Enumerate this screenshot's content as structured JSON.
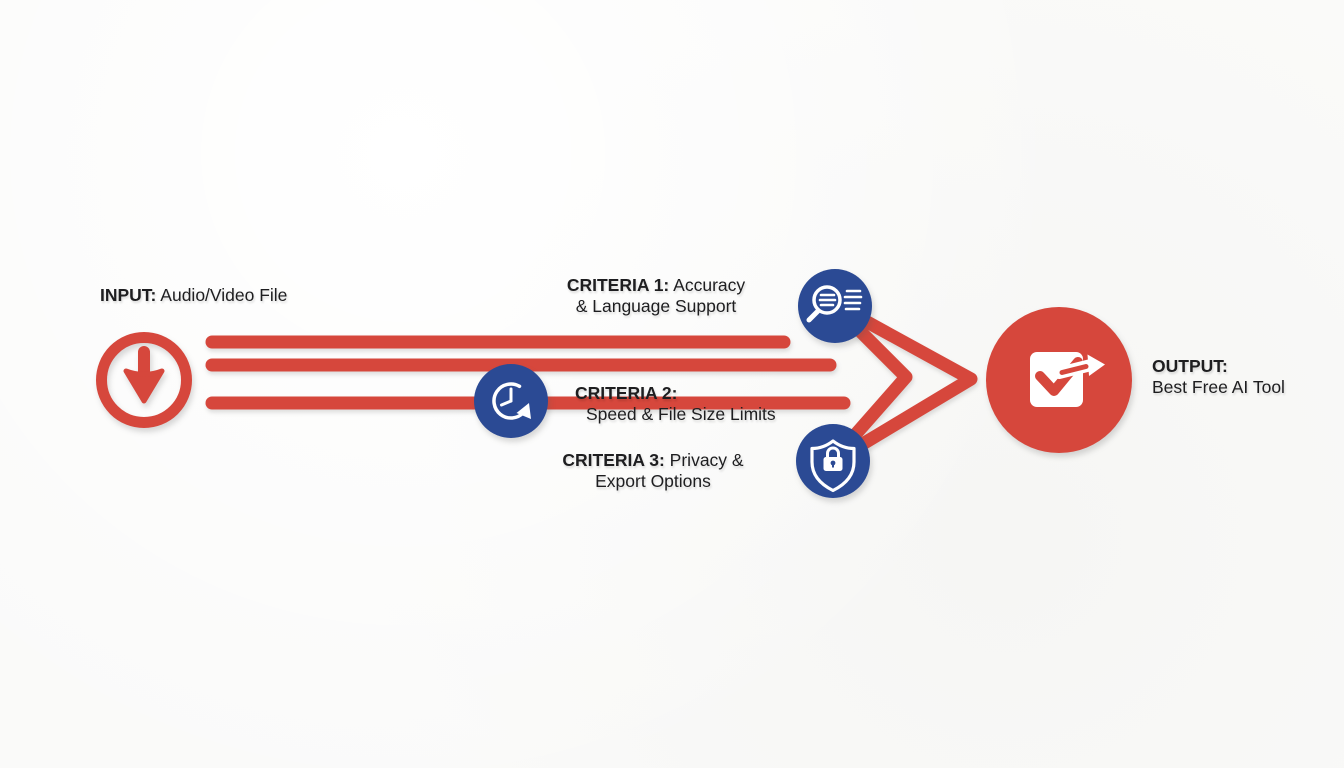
{
  "colors": {
    "red": "#d6473c",
    "blue": "#2b4a94",
    "text": "#1e1e20",
    "background": "#fafaf9",
    "icon_foreground": "#ffffff"
  },
  "input": {
    "label_bold": "INPUT:",
    "label_rest": " Audio/Video File",
    "icon": "download-circle-icon"
  },
  "criteria1": {
    "label_bold": "CRITERIA 1:",
    "label_rest": " Accuracy",
    "line2": "& Language Support",
    "icon": "search-text-icon"
  },
  "criteria2": {
    "label_bold": "CRITERIA 2:",
    "line2": "Speed & File Size Limits",
    "icon": "clock-history-icon"
  },
  "criteria3": {
    "label_bold": "CRITERIA 3:",
    "label_rest": " Privacy &",
    "line2": "Export Options",
    "icon": "shield-lock-icon"
  },
  "output": {
    "label_bold": "OUTPUT:",
    "line2": "Best Free AI Tool",
    "icon": "check-square-arrow-icon"
  }
}
